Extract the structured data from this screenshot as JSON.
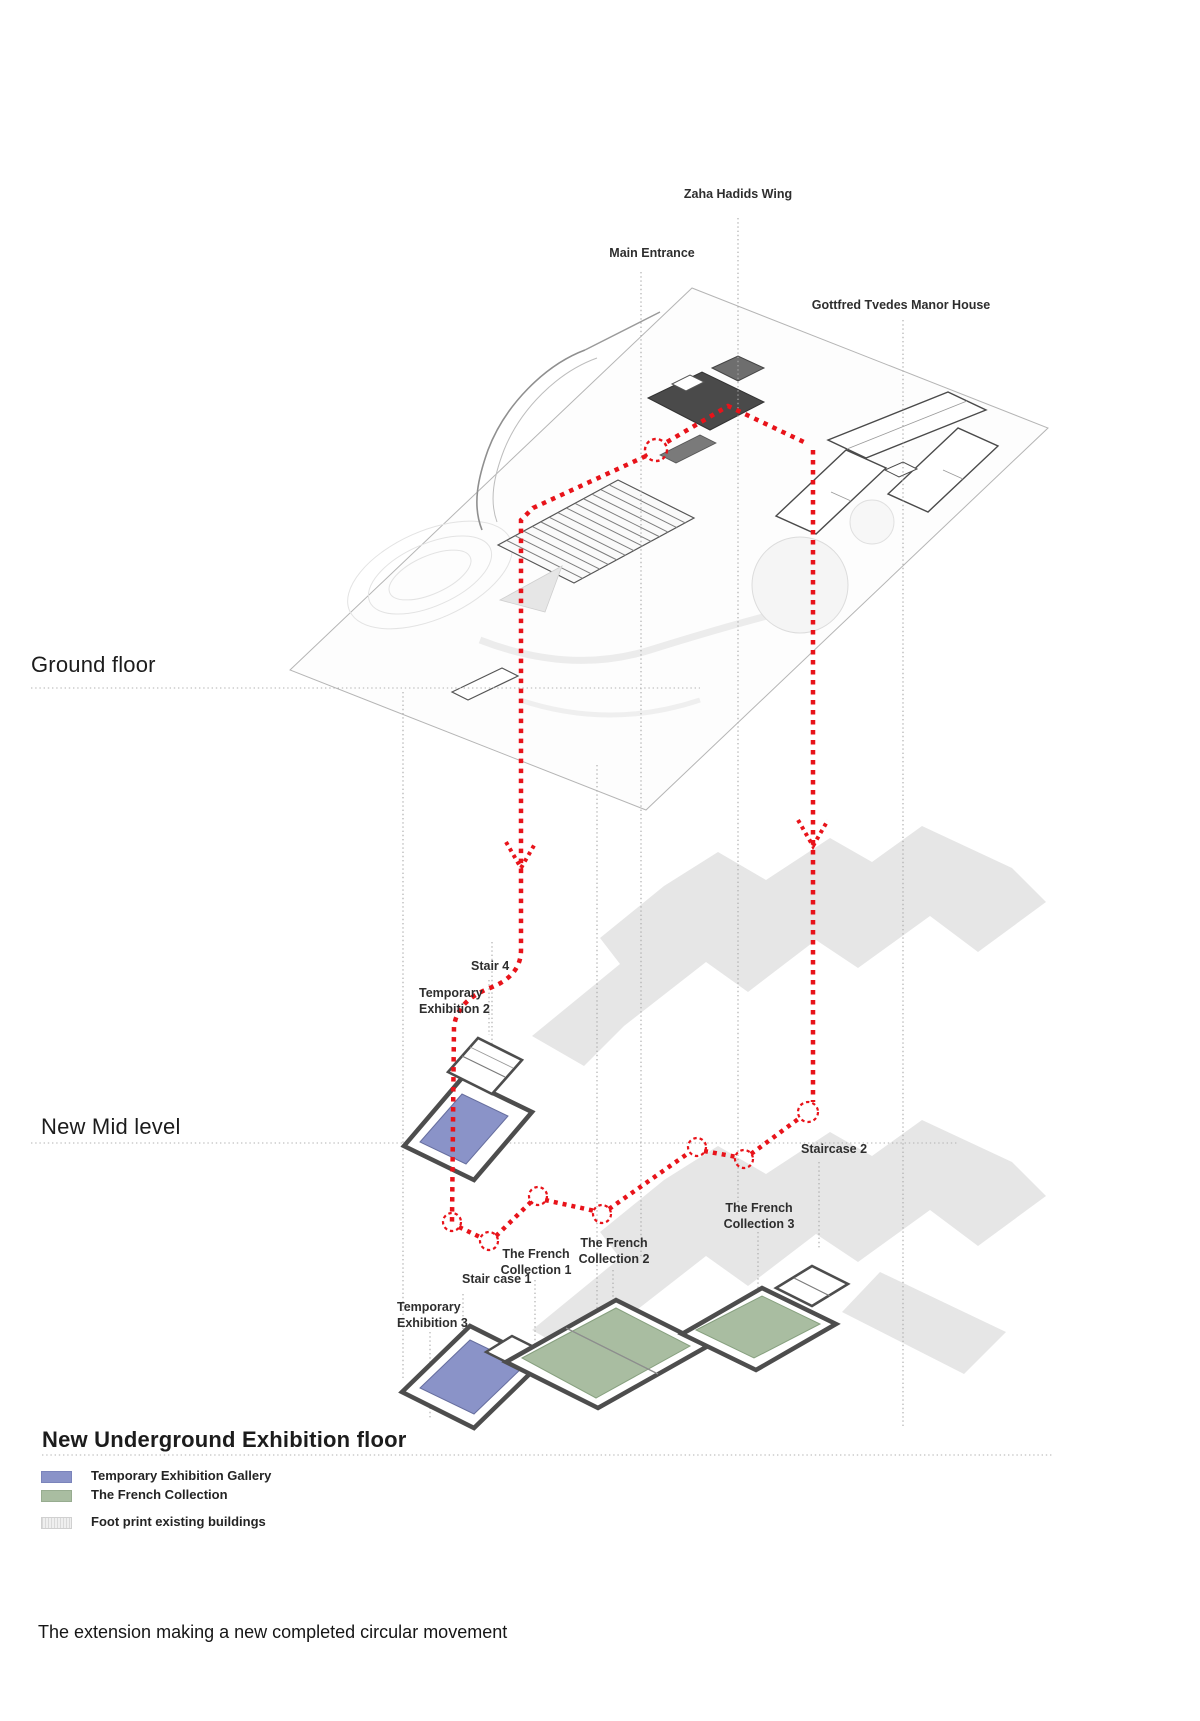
{
  "annotations": {
    "zaha_wing": "Zaha Hadids Wing",
    "main_entrance": "Main Entrance",
    "manor_house": "Gottfred Tvedes Manor House",
    "stair_4": "Stair 4",
    "temporary_exhibition_2": "Temporary\nExhibition 2",
    "staircase_2": "Staircase 2",
    "french_collection_3": "The French\nCollection 3",
    "french_collection_2": "The French\nCollection 2",
    "french_collection_1": "The French\nCollection 1",
    "stair_case_1": "Stair case 1",
    "temporary_exhibition_3": "Temporary\nExhibition 3"
  },
  "levels": {
    "ground": "Ground floor",
    "mid": "New Mid level",
    "underground": "New Underground Exhibition floor"
  },
  "legend": {
    "items": [
      {
        "label": "Temporary Exhibition Gallery",
        "color": "#8a93c8"
      },
      {
        "label": "The French Collection",
        "color": "#a9bda1"
      },
      {
        "label": "Foot print existing buildings",
        "color": "#e6e6e6"
      }
    ]
  },
  "caption": "The extension making a new completed circular movement",
  "colors": {
    "circulation_red": "#e8131a",
    "temporary_exhibition_blue": "#8a93c8",
    "french_collection_green": "#a9bda1",
    "footprint_gray": "#e6e6e6"
  }
}
